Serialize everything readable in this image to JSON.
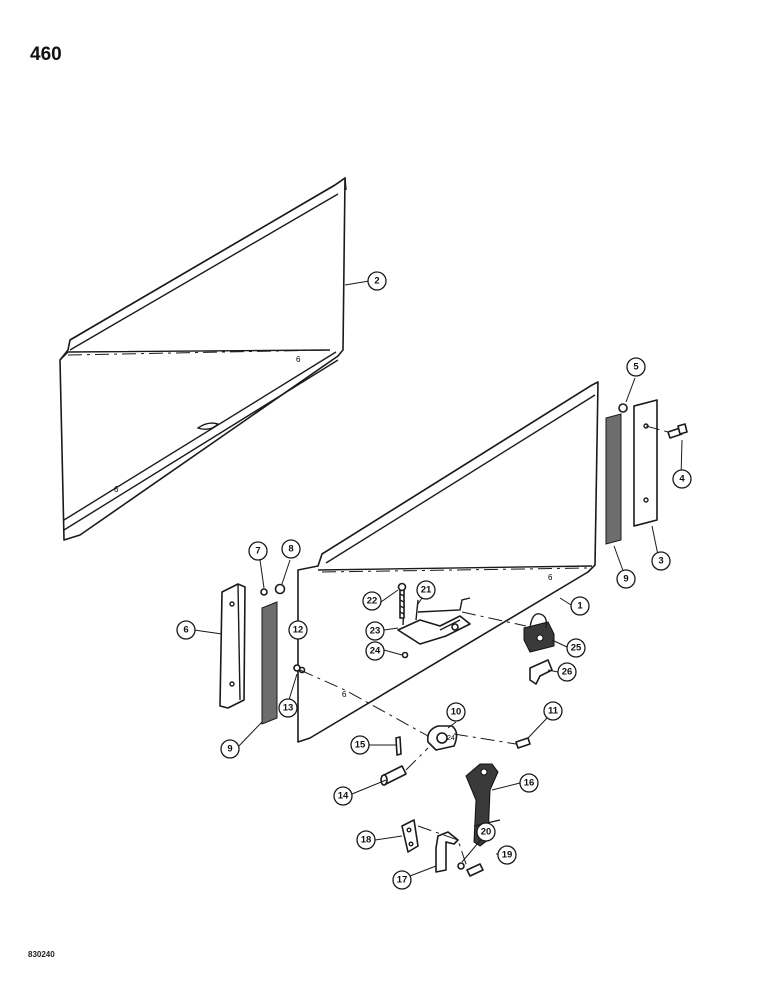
{
  "page_number": "460",
  "figure_code": "830240",
  "callouts": [
    "1",
    "2",
    "3",
    "4",
    "5",
    "6",
    "7",
    "8",
    "9",
    "9",
    "10",
    "11",
    "12",
    "13",
    "14",
    "15",
    "16",
    "17",
    "18",
    "19",
    "20",
    "21",
    "22",
    "23",
    "24",
    "25",
    "26"
  ]
}
